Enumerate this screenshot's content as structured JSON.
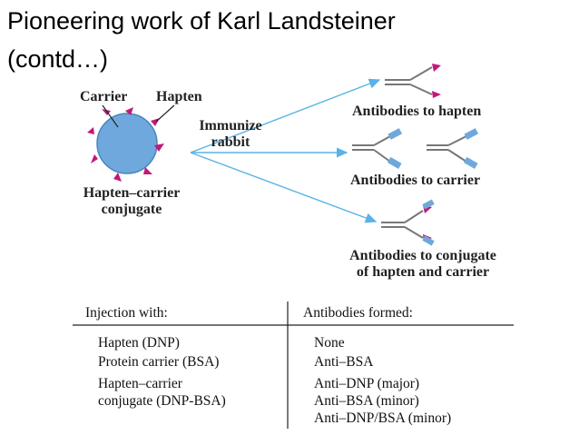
{
  "slide": {
    "title_line1": "Pioneering work of Karl Landsteiner",
    "title_line2": "(contd…)"
  },
  "diagram": {
    "carrier_label": "Carrier",
    "hapten_label": "Hapten",
    "immunize_line1": "Immunize",
    "immunize_line2": "rabbit",
    "conjugate_line1": "Hapten–carrier",
    "conjugate_line2": "conjugate",
    "result_hapten": "Antibodies to hapten",
    "result_carrier": "Antibodies to carrier",
    "result_conjugate_line1": "Antibodies to conjugate",
    "result_conjugate_line2": "of hapten and carrier",
    "colors": {
      "carrier": "#6fa8dc",
      "hapten": "#c2187a",
      "arrow": "#5ab3e6"
    }
  },
  "table": {
    "header_injection": "Injection with:",
    "header_antibodies": "Antibodies formed:",
    "rows": [
      {
        "injection": "Hapten (DNP)",
        "antibodies": "None"
      },
      {
        "injection": "Protein carrier (BSA)",
        "antibodies": "Anti–BSA"
      },
      {
        "injection": "Hapten–carrier",
        "antibodies": "Anti–DNP (major)"
      },
      {
        "injection": "conjugate (DNP-BSA)",
        "antibodies": "Anti–BSA (minor)"
      },
      {
        "injection": "",
        "antibodies": "Anti–DNP/BSA (minor)"
      }
    ]
  }
}
